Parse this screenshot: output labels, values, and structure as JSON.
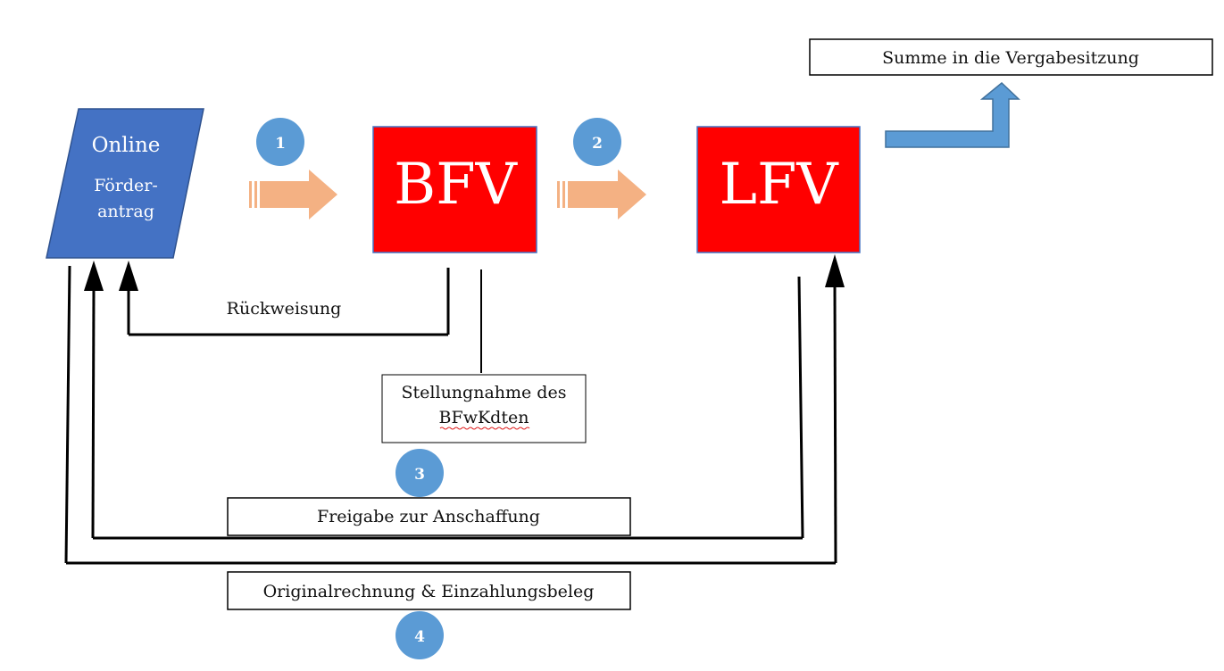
{
  "nodes": {
    "antrag": {
      "line1": "Online",
      "line2": "Förder-",
      "line3": "antrag"
    },
    "bfv": "BFV",
    "lfv": "LFV"
  },
  "boxes": {
    "summe": "Summe in die Vergabesitzung",
    "stellungnahme_line1": "Stellungnahme des",
    "stellungnahme_line2": "BFwKdten",
    "freigabe": "Freigabe zur Anschaffung",
    "original": "Originalrechnung & Einzahlungsbeleg"
  },
  "labels": {
    "rueckweisung": "Rückweisung"
  },
  "steps": [
    "1",
    "2",
    "3",
    "4"
  ],
  "colors": {
    "node_red": "#ff0000",
    "parallelogram": "#4472c4",
    "badge": "#5b9bd5",
    "orange_arrow": "#f4b183",
    "blue_arrow": "#5b9bd5"
  }
}
